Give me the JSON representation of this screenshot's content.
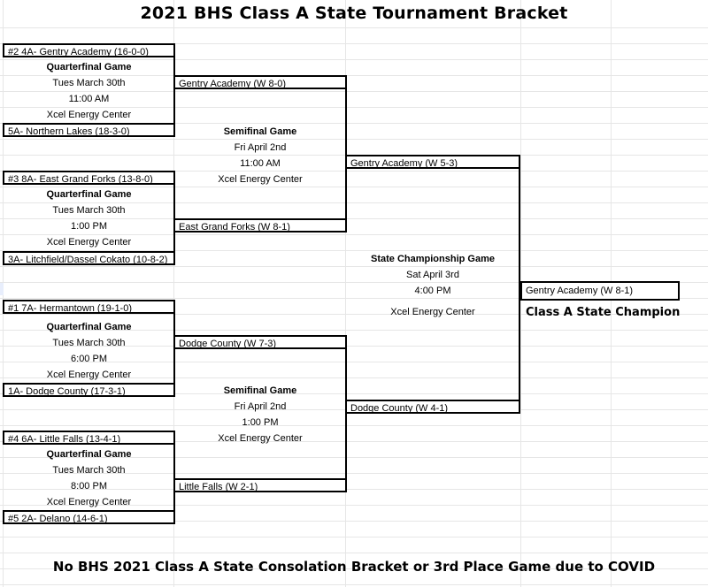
{
  "title": "2021 BHS Class A State Tournament Bracket",
  "footer": "No BHS 2021 Class A State Consolation Bracket or 3rd Place Game due to COVID",
  "quarterfinals": [
    {
      "top_team": "#2 4A- Gentry Academy (16-0-0)",
      "label": "Quarterfinal Game",
      "date": "Tues March 30th",
      "time": "11:00 AM",
      "venue": "Xcel Energy Center",
      "bottom_team": "5A- Northern Lakes (18-3-0)",
      "winner": "Gentry Academy (W 8-0)"
    },
    {
      "top_team": "#3 8A- East Grand Forks (13-8-0)",
      "label": "Quarterfinal Game",
      "date": "Tues March 30th",
      "time": "1:00 PM",
      "venue": "Xcel Energy Center",
      "bottom_team": "3A- Litchfield/Dassel Cokato (10-8-2)",
      "winner": "East Grand Forks (W 8-1)"
    },
    {
      "top_team": "#1 7A- Hermantown (19-1-0)",
      "label": "Quarterfinal Game",
      "date": "Tues March 30th",
      "time": "6:00 PM",
      "venue": "Xcel Energy Center",
      "bottom_team": "1A- Dodge County (17-3-1)",
      "winner": "Dodge County (W 7-3)"
    },
    {
      "top_team": "#4 6A- Little Falls (13-4-1)",
      "label": "Quarterfinal Game",
      "date": "Tues March 30th",
      "time": "8:00 PM",
      "venue": "Xcel Energy Center",
      "bottom_team": "#5 2A- Delano (14-6-1)",
      "winner": "Little Falls (W 2-1)"
    }
  ],
  "semifinals": [
    {
      "label": "Semifinal Game",
      "date": "Fri April 2nd",
      "time": "11:00 AM",
      "venue": "Xcel Energy Center",
      "winner": "Gentry Academy (W 5-3)"
    },
    {
      "label": "Semifinal Game",
      "date": "Fri April 2nd",
      "time": "1:00 PM",
      "venue": "Xcel Energy Center",
      "winner": "Dodge County (W 4-1)"
    }
  ],
  "final": {
    "label": "State Championship Game",
    "date": "Sat April 3rd",
    "time": "4:00 PM",
    "venue": "Xcel Energy Center",
    "winner": "Gentry Academy (W 8-1)",
    "champion_label": "Class A State Champion"
  }
}
